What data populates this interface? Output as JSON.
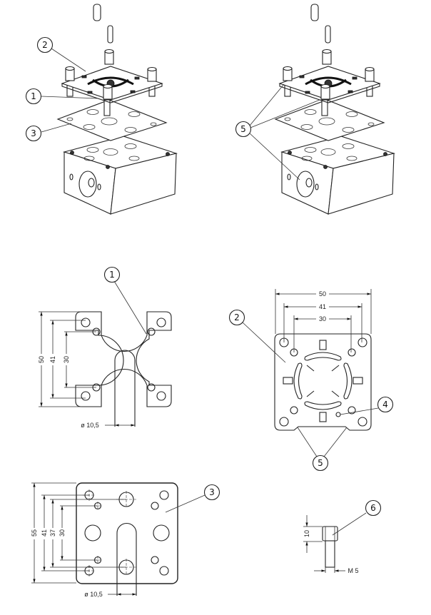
{
  "balloons": {
    "b1": "1",
    "b2": "2",
    "b3": "3",
    "b4": "4",
    "b5": "5",
    "b6": "6"
  },
  "view_plate1": {
    "dim_outer": "50",
    "dim_mid": "41",
    "dim_inner": "30",
    "dia": "ø 10,5"
  },
  "view_plate2": {
    "dim_outer": "50",
    "dim_mid": "41",
    "dim_inner": "30"
  },
  "view_plate3": {
    "dim_outer": "55",
    "dim_a": "41",
    "dim_b": "37",
    "dim_c": "30",
    "dia": "ø 10,5"
  },
  "view_screw": {
    "dim_height": "10",
    "thread": "M 5"
  }
}
